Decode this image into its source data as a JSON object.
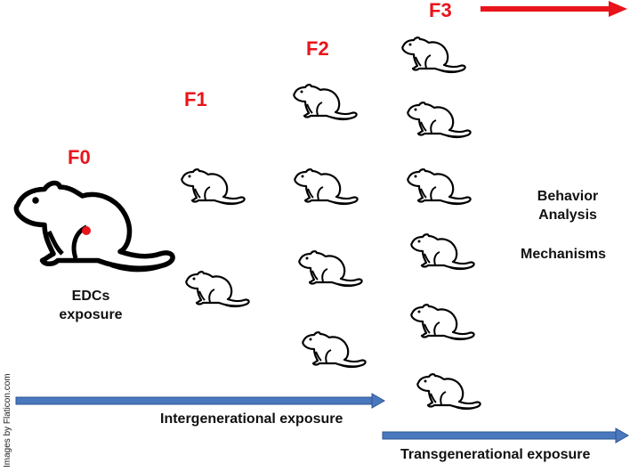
{
  "colors": {
    "generation_label": "#e8141b",
    "red_arrow": "#e8141b",
    "blue_arrow_fill": "#4a78bd",
    "blue_arrow_stroke": "#2e5596",
    "exposure_dot": "#e8141b",
    "rat_outline": "#000000"
  },
  "generations": {
    "f0": "F0",
    "f1": "F1",
    "f2": "F2",
    "f3": "F3"
  },
  "labels": {
    "edcs_line1": "EDCs",
    "edcs_line2": "exposure",
    "behavior_line1": "Behavior",
    "behavior_line2": "Analysis",
    "mechanisms": "Mechanisms",
    "intergenerational": "Intergenerational exposure",
    "transgenerational": "Transgenerational exposure",
    "credit": "Images by Flaticon.com"
  },
  "icons": {
    "rat": "rat-icon",
    "arrow_red": "arrow-right-icon",
    "arrow_blue": "arrow-right-icon"
  },
  "counts": {
    "f0_rats": 1,
    "f1_rats": 2,
    "f2_rats": 4,
    "f3_rats": 6
  }
}
